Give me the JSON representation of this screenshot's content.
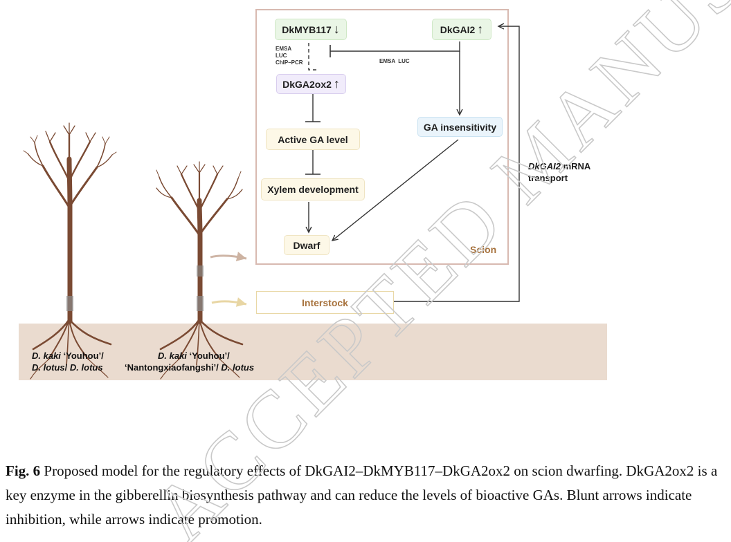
{
  "diagram": {
    "nodes": {
      "dkmyb117": {
        "label": "DkMYB117",
        "arrow": "↓"
      },
      "dkgai2": {
        "label": "DkGAI2",
        "arrow": "↑"
      },
      "dkga2ox2": {
        "label": "DkGA2ox2",
        "arrow": "↑"
      },
      "active_ga": {
        "label": "Active GA level"
      },
      "ga_insensitivity": {
        "label": "GA insensitivity"
      },
      "xylem": {
        "label": "Xylem development"
      },
      "dwarf": {
        "label": "Dwarf"
      }
    },
    "methods_left": [
      "EMSA",
      "LUC",
      "ChIP–PCR"
    ],
    "methods_right": "EMSA  LUC",
    "scion_label": "Scion",
    "interstock_label": "Interstock",
    "transport_label_italic": "DkGAI2",
    "transport_label_rest": " mRNA",
    "transport_label_line2": "transport",
    "plant_left": {
      "line1_italic": "D. kaki",
      "line1_rest": " ‘Youhou’/",
      "line2_italic1": "D. lotus",
      "line2_mid": "/ ",
      "line2_italic2": "D. lotus"
    },
    "plant_right": {
      "line1_italic": "D. kaki",
      "line1_rest": " ‘Youhou’/",
      "line2_rest": "‘Nantongxiaofangshi’/ ",
      "line2_italic": "D. lotus"
    },
    "colors": {
      "scion_border": "#d8b9b0",
      "ground": "#eadbcf",
      "trunk": "#7e4a2f",
      "arrow_in": "#ceb5a6"
    }
  },
  "caption": {
    "label": "Fig. 6",
    "text": " Proposed model for the regulatory effects of DkGAI2–DkMYB117–DkGA2ox2 on scion dwarfing. DkGA2ox2 is a key enzyme in the gibberellin biosynthesis pathway and can reduce the levels of bioactive GAs. Blunt arrows indicate inhibition, while arrows indicate promotion."
  },
  "watermark": "ACCEPTED MANUSCRIPT"
}
